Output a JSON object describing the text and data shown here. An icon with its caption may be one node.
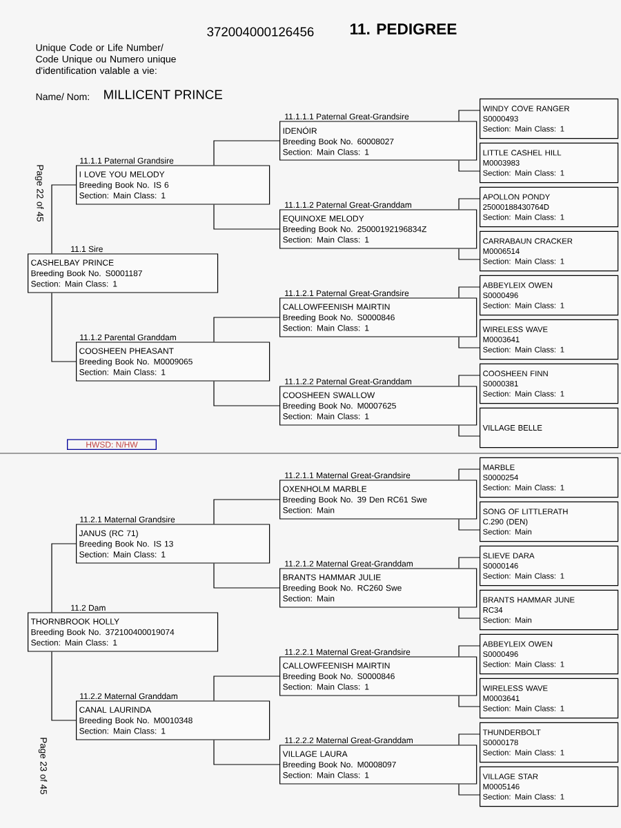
{
  "diagram": {
    "title": "11. PEDIGREE",
    "nodes": [
      {
        "text": [
          "11.1 Sire",
          "CASHELBAY PRINCE",
          "Breeding Book No. S0001187",
          "Section: Main Class: 1"
        ]
      },
      {
        "text": [
          "11.1.1 Paternal Grandsire",
          "I LOVE YOU MELODY",
          "Breeding Book No. IS 6",
          "Section: Main Class: 1"
        ]
      },
      {
        "text": [
          "11.1.2 Parental Granddam",
          "COOSHEEN PHEASANT",
          "Breeding Book No. M0009065",
          "Section: Main Class: 1"
        ]
      },
      {
        "text": [
          "11.1.1.1 Paternal Great-Grandsire",
          "IDENÓIR",
          "Breeding Book No. 60008027",
          "Section: Main Class: 1"
        ]
      },
      {
        "text": [
          "11.1.1.2 Paternal Great-Granddam",
          "EQUINOXE MELODY",
          "Breeding Book No. 25000192196834Z",
          "Section: Main Class: 1"
        ]
      },
      {
        "text": [
          "11.1.2.1 Paternal Great-Grandsire",
          "CALLOWFEENISH MAIRTIN",
          "Breeding Book No. S0000846",
          "Section: Main Class: 1"
        ]
      },
      {
        "text": [
          "11.1.2.2 Paternal Great-Granddam",
          "COOSHEEN SWALLOW",
          "Breeding Book No. M0007625",
          "Section: Main Class: 1"
        ]
      },
      {
        "text": [
          "WINDY COVE RANGER",
          "S0000493",
          "Section: Main Class: 1"
        ]
      },
      {
        "text": [
          "LITTLE CASHEL HILL",
          "M0003983",
          "Section: Main Class: 1"
        ]
      },
      {
        "text": [
          "APOLLON PONDY",
          "25000188430764D",
          "Section: Main Class: 1"
        ]
      },
      {
        "text": [
          "CARRABAUN CRACKER",
          "M0006514",
          "Section: Main Class: 1"
        ]
      },
      {
        "text": [
          "ABBEYLEIX OWEN",
          "S0000496",
          "Section: Main Class: 1"
        ]
      },
      {
        "text": [
          "WIRELESS WAVE",
          "M0003641",
          "Section: Main Class: 1"
        ]
      },
      {
        "text": [
          "COOSHEEN FINN",
          "S0000381",
          "Section: Main Class: 1"
        ]
      },
      {
        "text": [
          "VILLAGE BELLE"
        ]
      },
      {
        "text": [
          "11.2 Dam",
          "THORNBROOK HOLLY",
          "Breeding Book No. 372100400019074",
          "Section: Main Class: 1"
        ]
      },
      {
        "text": [
          "11.2.1 Maternal Grandsire",
          "JANUS  (RC 71)",
          "Breeding Book No. IS 13",
          "Section: Main Class: 1"
        ]
      },
      {
        "text": [
          "11.2.2 Maternal Granddam",
          "CANAL LAURINDA",
          "Breeding Book No. M0010348",
          "Section: Main Class: 1"
        ]
      },
      {
        "text": [
          "11.2.1.1 Maternal Great-Grandsire",
          "OXENHOLM MARBLE",
          "Breeding Book No. 39 Den RC61 Swe",
          "Section: Main"
        ]
      },
      {
        "text": [
          "11.2.1.2 Maternal Great-Granddam",
          "BRANTS HAMMAR JULIE",
          "Breeding Book No. RC260 Swe",
          "Section: Main"
        ]
      },
      {
        "text": [
          "11.2.2.1 Maternal Great-Grandsire",
          "CALLOWFEENISH MAIRTIN",
          "Breeding Book No. S0000846",
          "Section: Main Class: 1"
        ]
      },
      {
        "text": [
          "11.2.2.2 Maternal Great-Granddam",
          "VILLAGE LAURA",
          "Breeding Book No. M0008097",
          "Section: Main Class: 1"
        ]
      },
      {
        "text": [
          "MARBLE",
          "S0000254",
          "Section: Main Class: 1"
        ]
      },
      {
        "text": [
          "SONG OF LITTLERATH",
          "C.290 (DEN)",
          "Section: Main"
        ]
      },
      {
        "text": [
          "SLIEVE DARA",
          "S0000146",
          "Section: Main Class: 1"
        ]
      },
      {
        "text": [
          "BRANTS HAMMAR JUNE",
          "RC34",
          "Section: Main"
        ]
      },
      {
        "text": [
          "ABBEYLEIX OWEN",
          "S0000496",
          "Section: Main Class: 1"
        ]
      },
      {
        "text": [
          "WIRELESS WAVE",
          "M0003641",
          "Section: Main Class: 1"
        ]
      },
      {
        "text": [
          "THUNDERBOLT",
          "S0000178",
          "Section: Main Class: 1"
        ]
      },
      {
        "text": [
          "VILLAGE STAR",
          "M0005146",
          "Section: Main Class: 1"
        ]
      }
    ],
    "edges": [
      {
        "from": 0,
        "to": 1,
        "arrow": "none"
      },
      {
        "from": 0,
        "to": 2,
        "arrow": "none"
      },
      {
        "from": 1,
        "to": 3,
        "arrow": "none"
      },
      {
        "from": 1,
        "to": 4,
        "arrow": "none"
      },
      {
        "from": 2,
        "to": 5,
        "arrow": "none"
      },
      {
        "from": 2,
        "to": 6,
        "arrow": "none"
      },
      {
        "from": 3,
        "to": 7,
        "arrow": "none"
      },
      {
        "from": 3,
        "to": 8,
        "arrow": "none"
      },
      {
        "from": 4,
        "to": 9,
        "arrow": "none"
      },
      {
        "from": 4,
        "to": 10,
        "arrow": "none"
      },
      {
        "from": 5,
        "to": 11,
        "arrow": "none"
      },
      {
        "from": 5,
        "to": 12,
        "arrow": "none"
      },
      {
        "from": 6,
        "to": 13,
        "arrow": "none"
      },
      {
        "from": 6,
        "to": 14,
        "arrow": "none"
      },
      {
        "from": 15,
        "to": 16,
        "arrow": "none"
      },
      {
        "from": 15,
        "to": 17,
        "arrow": "none"
      },
      {
        "from": 16,
        "to": 18,
        "arrow": "none"
      },
      {
        "from": 16,
        "to": 19,
        "arrow": "none"
      },
      {
        "from": 17,
        "to": 20,
        "arrow": "none"
      },
      {
        "from": 17,
        "to": 21,
        "arrow": "none"
      },
      {
        "from": 18,
        "to": 22,
        "arrow": "none"
      },
      {
        "from": 18,
        "to": 23,
        "arrow": "none"
      },
      {
        "from": 19,
        "to": 24,
        "arrow": "none"
      },
      {
        "from": 19,
        "to": 25,
        "arrow": "none"
      },
      {
        "from": 20,
        "to": 26,
        "arrow": "none"
      },
      {
        "from": 20,
        "to": 27,
        "arrow": "none"
      },
      {
        "from": 21,
        "to": 28,
        "arrow": "none"
      },
      {
        "from": 21,
        "to": 29,
        "arrow": "none"
      }
    ],
    "labels": [
      "Unique Code or Life Number/ Code Unique ou Numero unique d'identification valable a vie:",
      "372004000126456",
      "Name/ Nom:",
      "MILLICENT PRINCE",
      "Page 22 of 45",
      "HWSD: N/HW",
      "Page 23 of 45"
    ]
  }
}
